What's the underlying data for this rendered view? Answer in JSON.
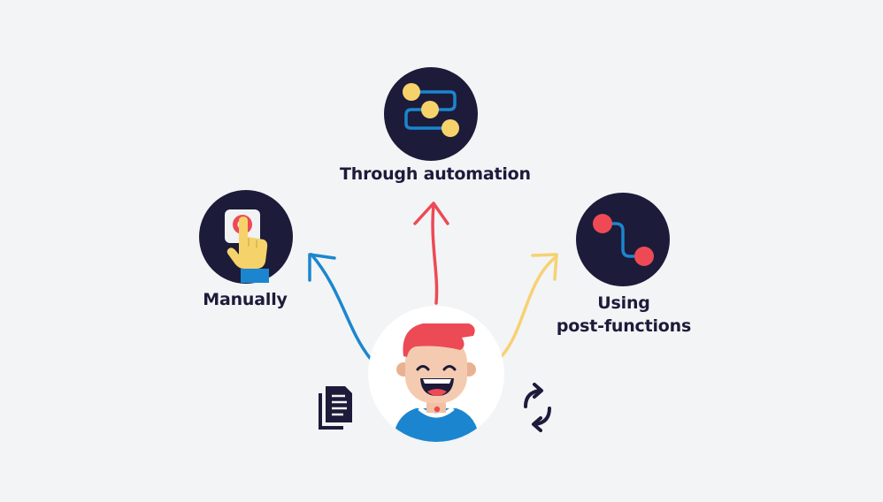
{
  "labels": {
    "automation": "Through automation",
    "manually": "Manually",
    "using_line1": "Using",
    "using_line2": "post-functions"
  },
  "icons": {
    "automation": "workflow-nodes-icon",
    "manually": "finger-press-button-icon",
    "post_functions": "transition-nodes-icon",
    "center": "smiling-person-avatar",
    "left_extra": "documents-icon",
    "right_extra": "sync-arrows-icon"
  },
  "colors": {
    "background": "#f3f4f6",
    "circle_dark": "#1c1b3a",
    "arrow_blue": "#1b86cf",
    "arrow_red": "#ec4a55",
    "arrow_yellow": "#f6d272",
    "node_yellow": "#f6d36a",
    "node_red": "#ee4a55"
  }
}
